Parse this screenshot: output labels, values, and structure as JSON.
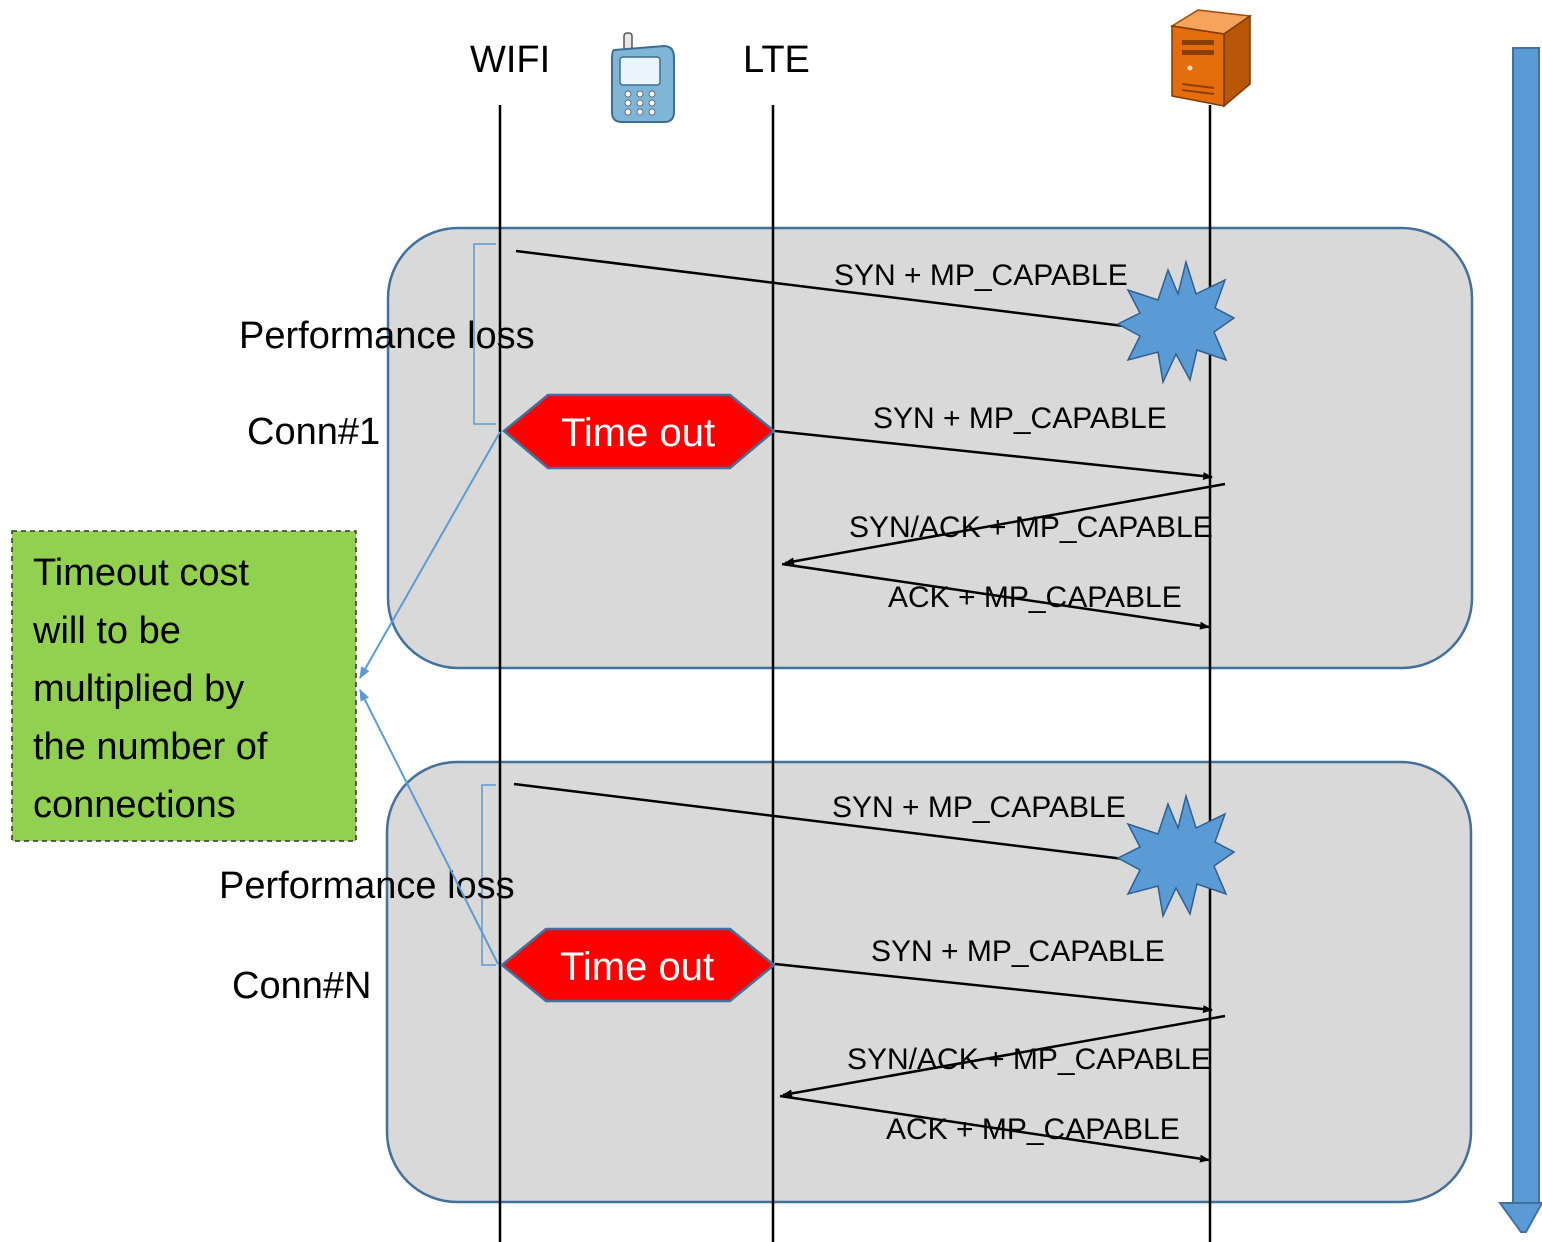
{
  "lanes": {
    "wifi": "WIFI",
    "lte": "LTE"
  },
  "icons": {
    "phone": "mobile-phone-icon",
    "server": "server-tower-icon"
  },
  "colors": {
    "group_fill": "#d9d9d9",
    "group_stroke": "#41719c",
    "timeout_fill": "#ff0000",
    "burst_fill": "#5b9bd5",
    "note_fill": "#92d050",
    "time_arrow": "#5b9bd5",
    "callout_line": "#5b9bd5",
    "server": "#e46c0a"
  },
  "groups": [
    {
      "conn_label": "Conn#1",
      "perf_label": "Performance loss",
      "timeout": "Time out",
      "messages": {
        "syn_wifi": "SYN + MP_CAPABLE",
        "syn_lte": "SYN + MP_CAPABLE",
        "synack": "SYN/ACK + MP_CAPABLE",
        "ack": "ACK + MP_CAPABLE"
      }
    },
    {
      "conn_label": "Conn#N",
      "perf_label": "Performance loss",
      "timeout": "Time out",
      "messages": {
        "syn_wifi": "SYN + MP_CAPABLE",
        "syn_lte": "SYN + MP_CAPABLE",
        "synack": "SYN/ACK + MP_CAPABLE",
        "ack": "ACK + MP_CAPABLE"
      }
    }
  ],
  "note": {
    "lines": [
      "Timeout cost",
      "will to be",
      "multiplied by",
      "the number of",
      "connections"
    ]
  }
}
